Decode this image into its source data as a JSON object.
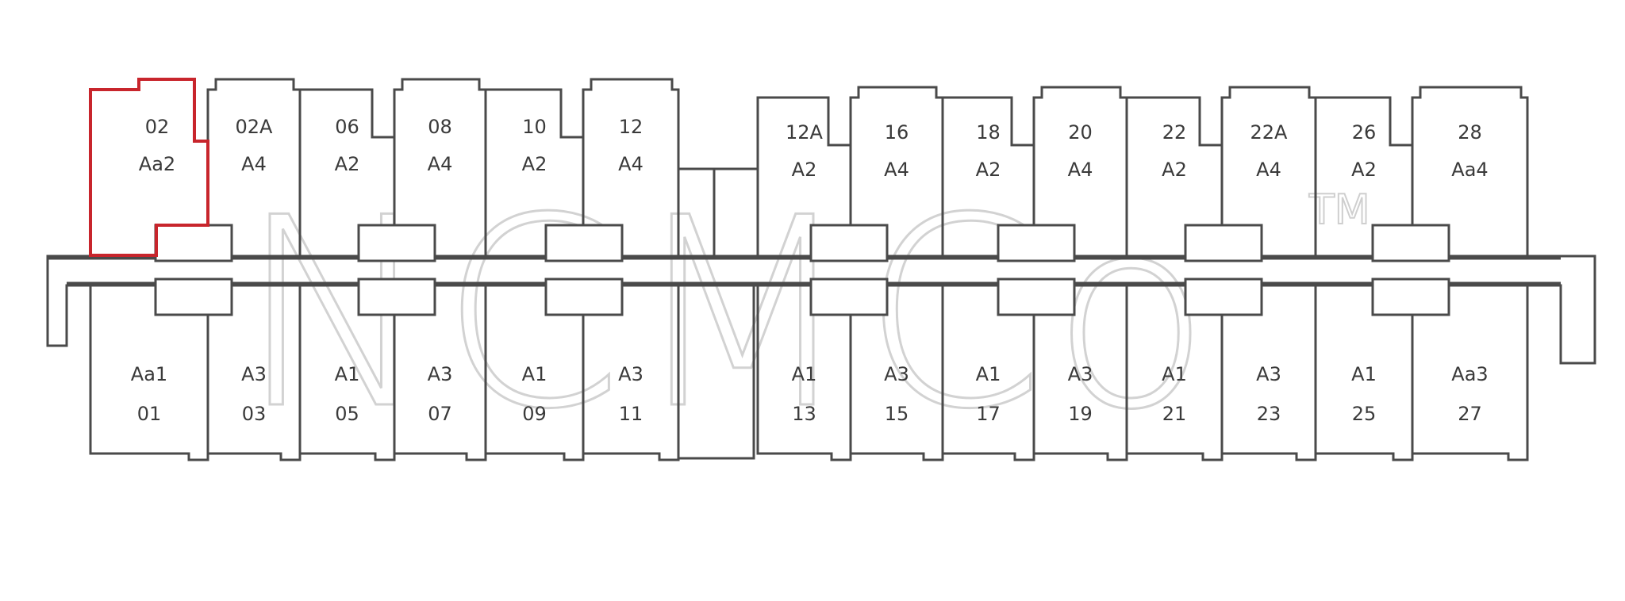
{
  "floor_plan": {
    "highlight_color": "#c8252c",
    "wall_color": "#4a4a4a",
    "watermark": {
      "text": "NCMCo",
      "trademark": "TM",
      "color": "#d2d2d2"
    },
    "top_units": [
      {
        "number": "02",
        "type": "Aa2",
        "highlighted": true
      },
      {
        "number": "02A",
        "type": "A4"
      },
      {
        "number": "06",
        "type": "A2"
      },
      {
        "number": "08",
        "type": "A4"
      },
      {
        "number": "10",
        "type": "A2"
      },
      {
        "number": "12",
        "type": "A4"
      },
      {
        "number": "12A",
        "type": "A2"
      },
      {
        "number": "16",
        "type": "A4"
      },
      {
        "number": "18",
        "type": "A2"
      },
      {
        "number": "20",
        "type": "A4"
      },
      {
        "number": "22",
        "type": "A2"
      },
      {
        "number": "22A",
        "type": "A4"
      },
      {
        "number": "26",
        "type": "A2"
      },
      {
        "number": "28",
        "type": "Aa4"
      }
    ],
    "bottom_units": [
      {
        "number": "01",
        "type": "Aa1"
      },
      {
        "number": "03",
        "type": "A3"
      },
      {
        "number": "05",
        "type": "A1"
      },
      {
        "number": "07",
        "type": "A3"
      },
      {
        "number": "09",
        "type": "A1"
      },
      {
        "number": "11",
        "type": "A3"
      },
      {
        "number": "13",
        "type": "A1"
      },
      {
        "number": "15",
        "type": "A3"
      },
      {
        "number": "17",
        "type": "A1"
      },
      {
        "number": "19",
        "type": "A3"
      },
      {
        "number": "21",
        "type": "A1"
      },
      {
        "number": "23",
        "type": "A3"
      },
      {
        "number": "25",
        "type": "A1"
      },
      {
        "number": "27",
        "type": "Aa3"
      }
    ]
  }
}
